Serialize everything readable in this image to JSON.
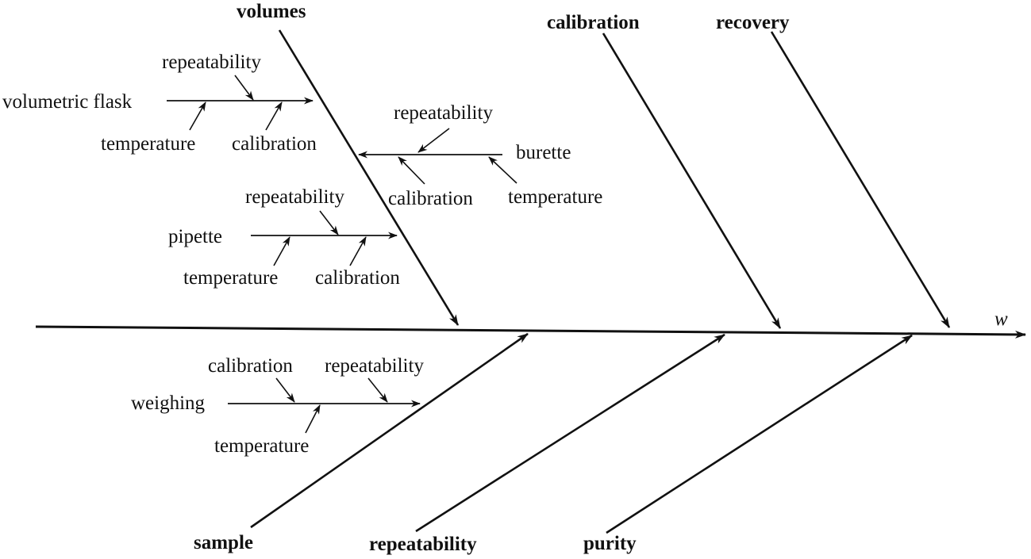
{
  "output_label": "w",
  "bones": {
    "volumes": "volumes",
    "calibration": "calibration",
    "recovery": "recovery",
    "sample": "sample",
    "repeatability": "repeatability",
    "purity": "purity"
  },
  "volumetric_flask": {
    "name": "volumetric flask",
    "repeatability": "repeatability",
    "temperature": "temperature",
    "calibration": "calibration"
  },
  "burette": {
    "name": "burette",
    "repeatability": "repeatability",
    "calibration": "calibration",
    "temperature": "temperature"
  },
  "pipette": {
    "name": "pipette",
    "repeatability": "repeatability",
    "temperature": "temperature",
    "calibration": "calibration"
  },
  "weighing": {
    "name": "weighing",
    "calibration": "calibration",
    "repeatability": "repeatability",
    "temperature": "temperature"
  }
}
